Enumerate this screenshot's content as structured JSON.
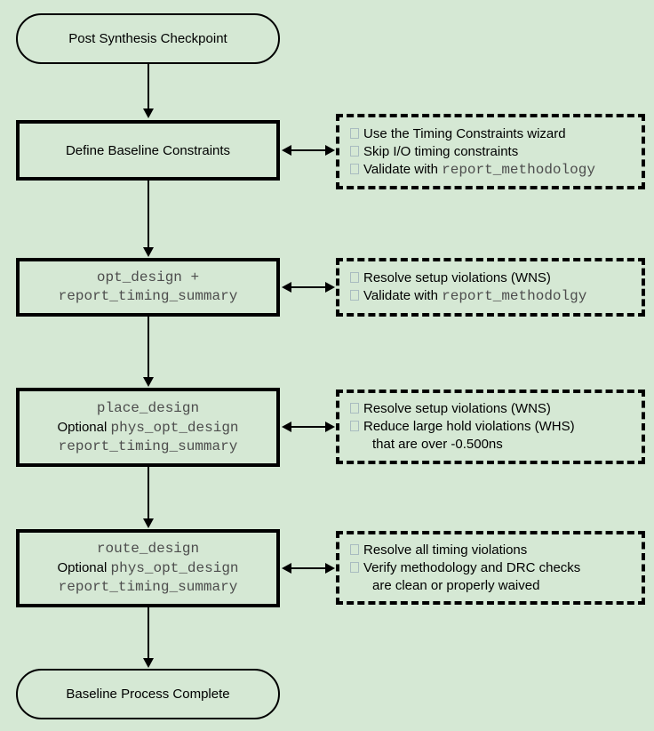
{
  "colors": {
    "background": "#d5e8d4",
    "line": "#000000",
    "mono_text": "#4d4d4d",
    "bullet_outline": "#a9bcc0"
  },
  "start_node": {
    "label": "Post Synthesis Checkpoint"
  },
  "end_node": {
    "label": "Baseline Process Complete"
  },
  "steps": [
    {
      "label": "Define Baseline Constraints"
    },
    {
      "line1": "opt_design +",
      "line2": "report_timing_summary"
    },
    {
      "line1": "place_design",
      "optional_label": "Optional",
      "optional_cmd": "phys_opt_design",
      "line3": "report_timing_summary"
    },
    {
      "line1": "route_design",
      "optional_label": "Optional",
      "optional_cmd": "phys_opt_design",
      "line3": "report_timing_summary"
    }
  ],
  "notes": [
    {
      "items": [
        {
          "text": "Use the Timing Constraints wizard"
        },
        {
          "text": "Skip I/O timing constraints"
        },
        {
          "text": "Validate with ",
          "code": "report_methodology"
        }
      ]
    },
    {
      "items": [
        {
          "text": "Resolve setup violations (WNS)"
        },
        {
          "text": "Validate with ",
          "code": "report_methodolgy"
        }
      ]
    },
    {
      "items": [
        {
          "text": "Resolve setup violations (WNS)"
        },
        {
          "text": "Reduce large hold violations (WHS)",
          "continuation": "that are over -0.500ns"
        }
      ]
    },
    {
      "items": [
        {
          "text": "Resolve all timing violations"
        },
        {
          "text": "Verify methodology and DRC checks",
          "continuation": "are clean or properly waived"
        }
      ]
    }
  ]
}
